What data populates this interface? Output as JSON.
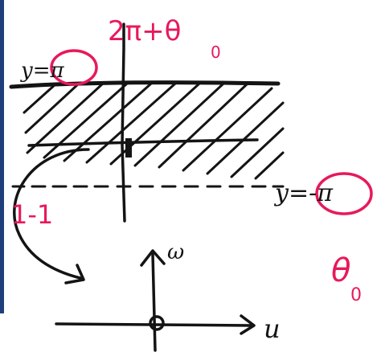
{
  "labels": {
    "top_expression": "2π+θ",
    "top_expression_subscript": "0",
    "upper_line_label": "y=π",
    "lower_line_label": "y=-π",
    "mapping_label": "1-1",
    "w_axis_label": "ω",
    "u_axis_label": "u",
    "theta_label": "θ",
    "theta_subscript": "0"
  },
  "colors": {
    "ink": "#141414",
    "pink": "#e8195a",
    "left_border": "#1f3f7a"
  }
}
